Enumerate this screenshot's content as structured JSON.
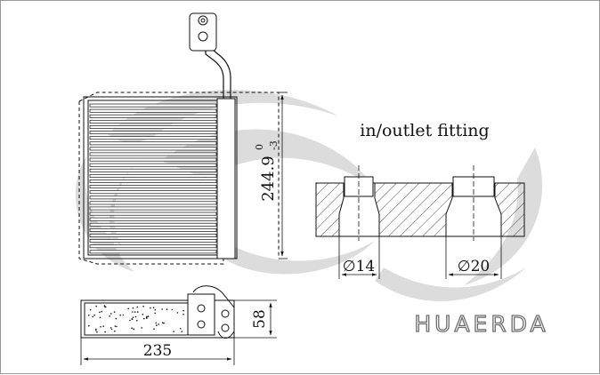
{
  "drawing": {
    "fitting_title": "in/outlet fitting",
    "height_dim": {
      "value": "244.9",
      "upper_tol": "0",
      "lower_tol": "-3"
    },
    "width_dim": "235",
    "depth_dim": "58",
    "port_small": "14",
    "port_large": "20",
    "diameter_symbol": "∅"
  },
  "watermark": {
    "name": "swirl-logo-watermark"
  },
  "brand": {
    "name": "HUAERDA"
  },
  "colors": {
    "line": "#111111",
    "watermark": "#d7d7d7",
    "brand": "#6e6e6e"
  }
}
